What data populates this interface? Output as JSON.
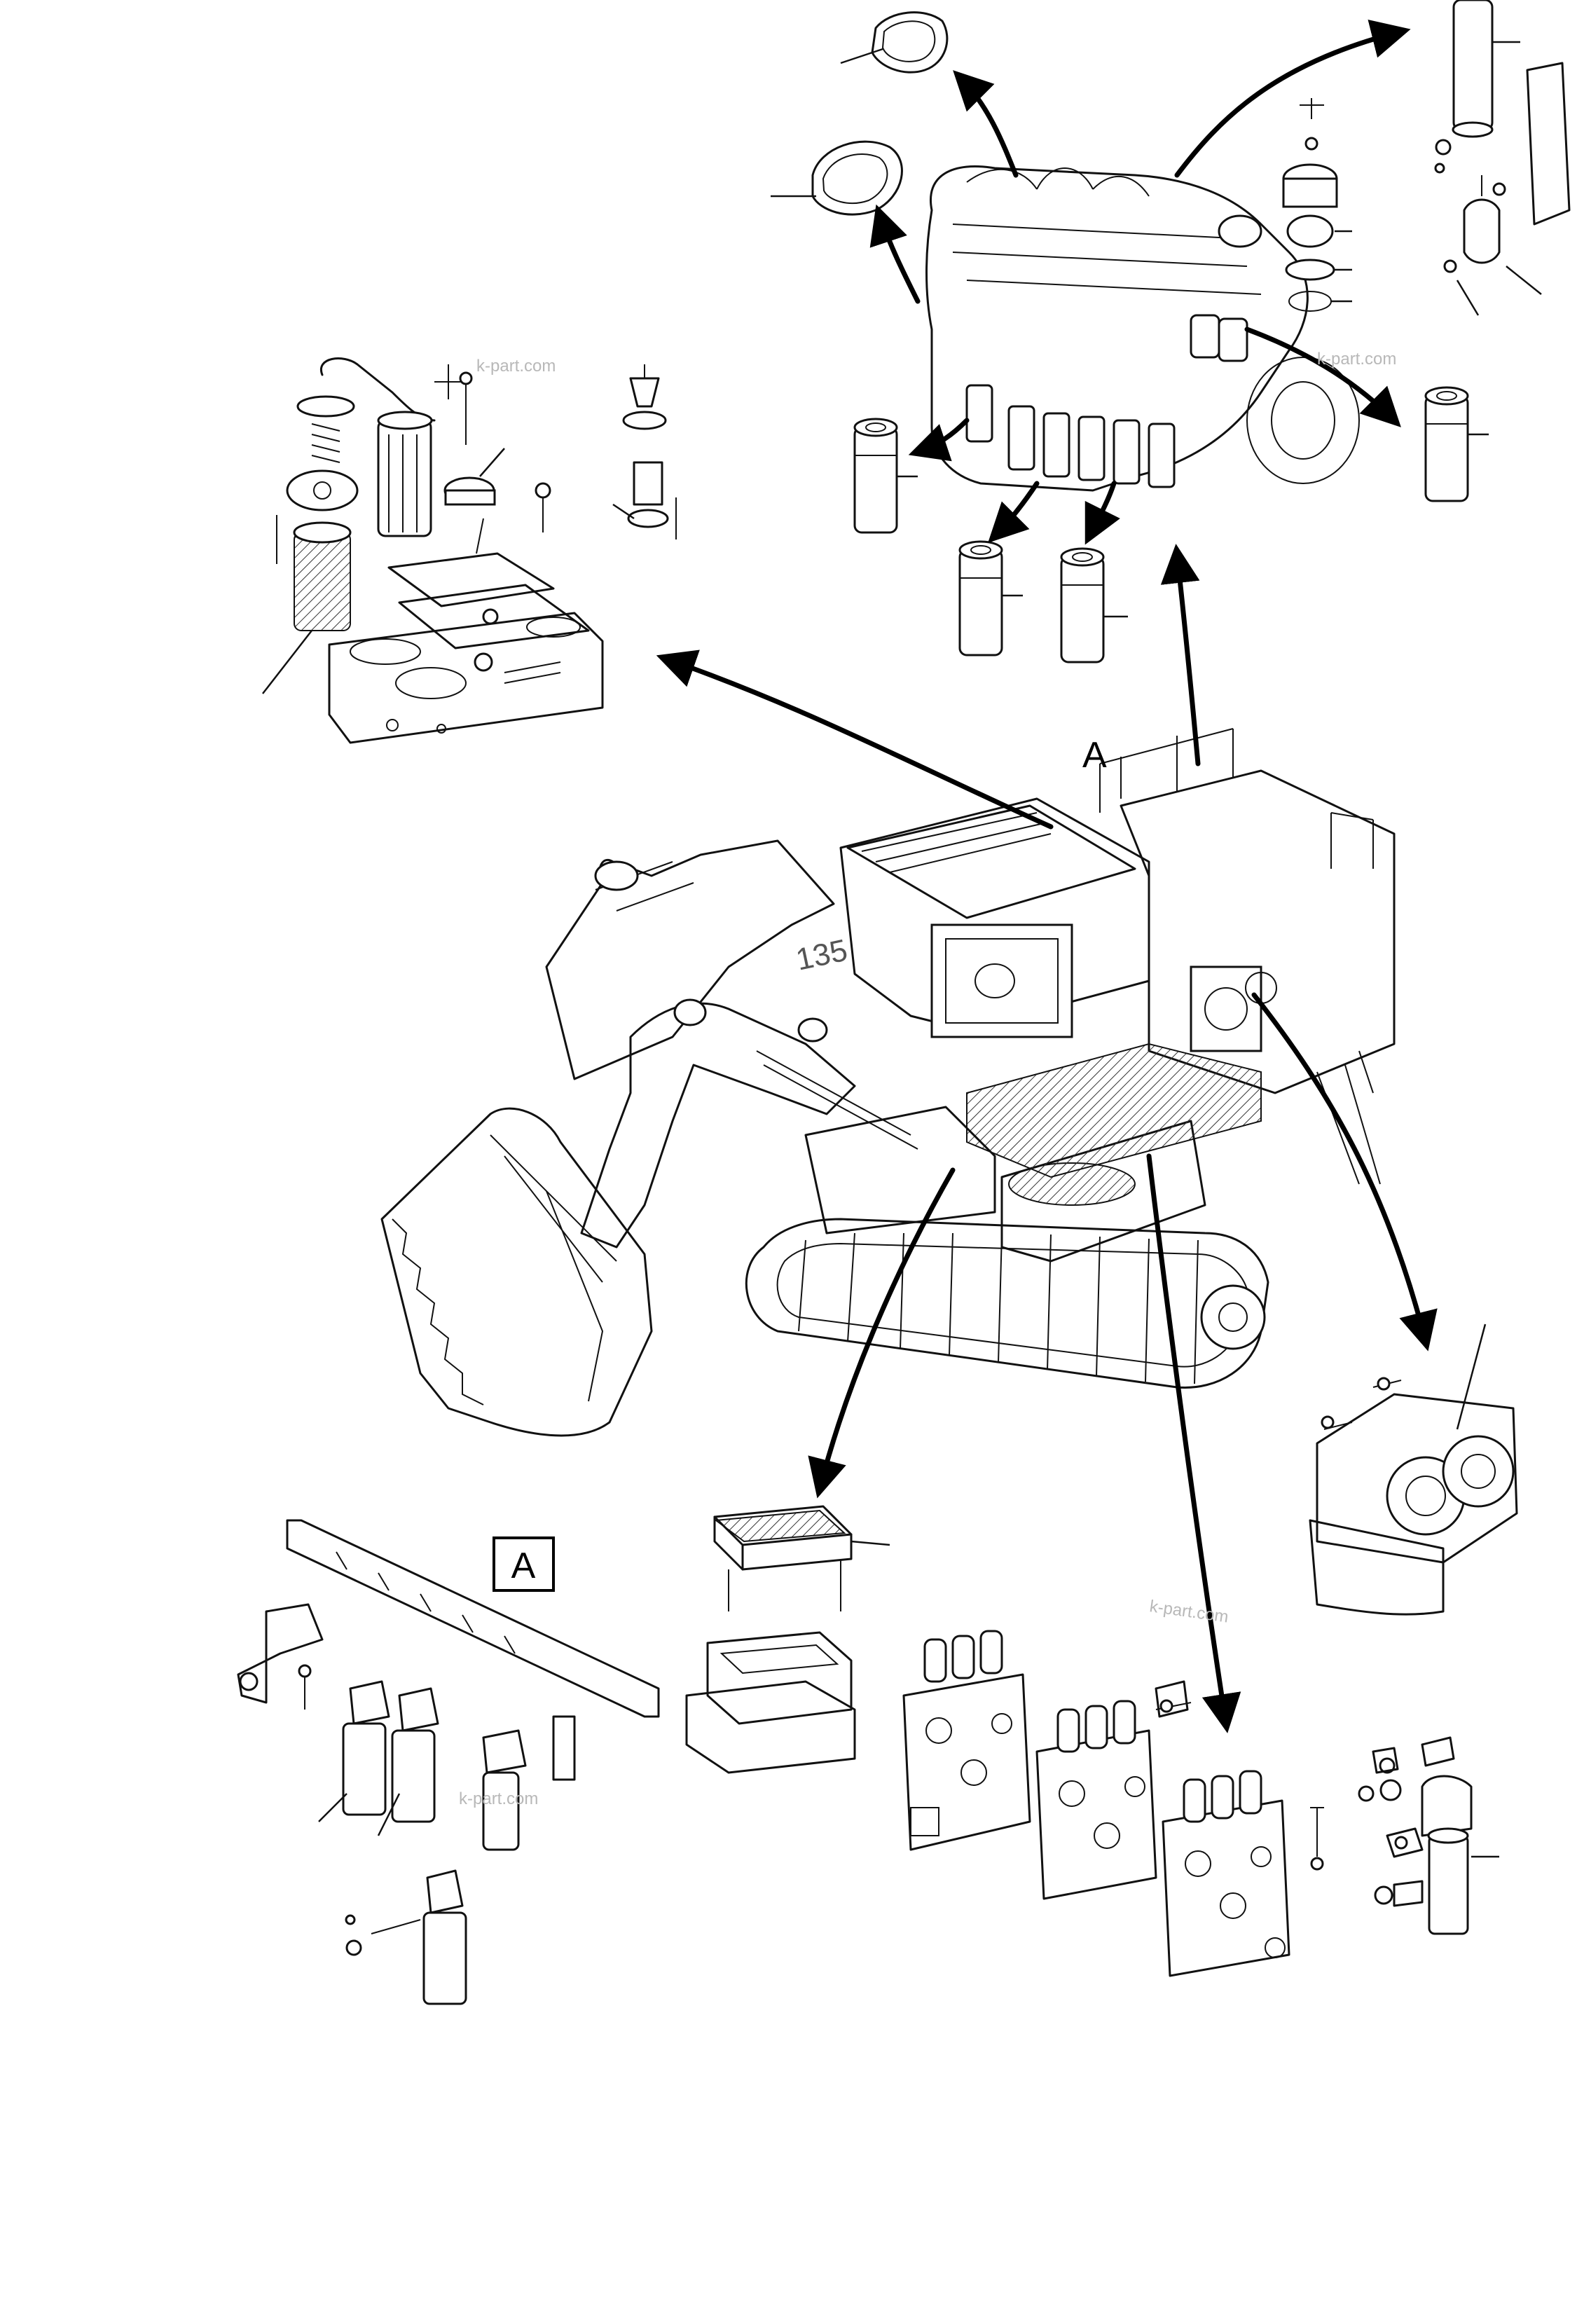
{
  "view_label": "A",
  "callout_label": "A",
  "watermarks": [
    "k-part.com",
    "k-part.com",
    "k-part.com",
    "k-part.com"
  ],
  "machine_number": "135"
}
